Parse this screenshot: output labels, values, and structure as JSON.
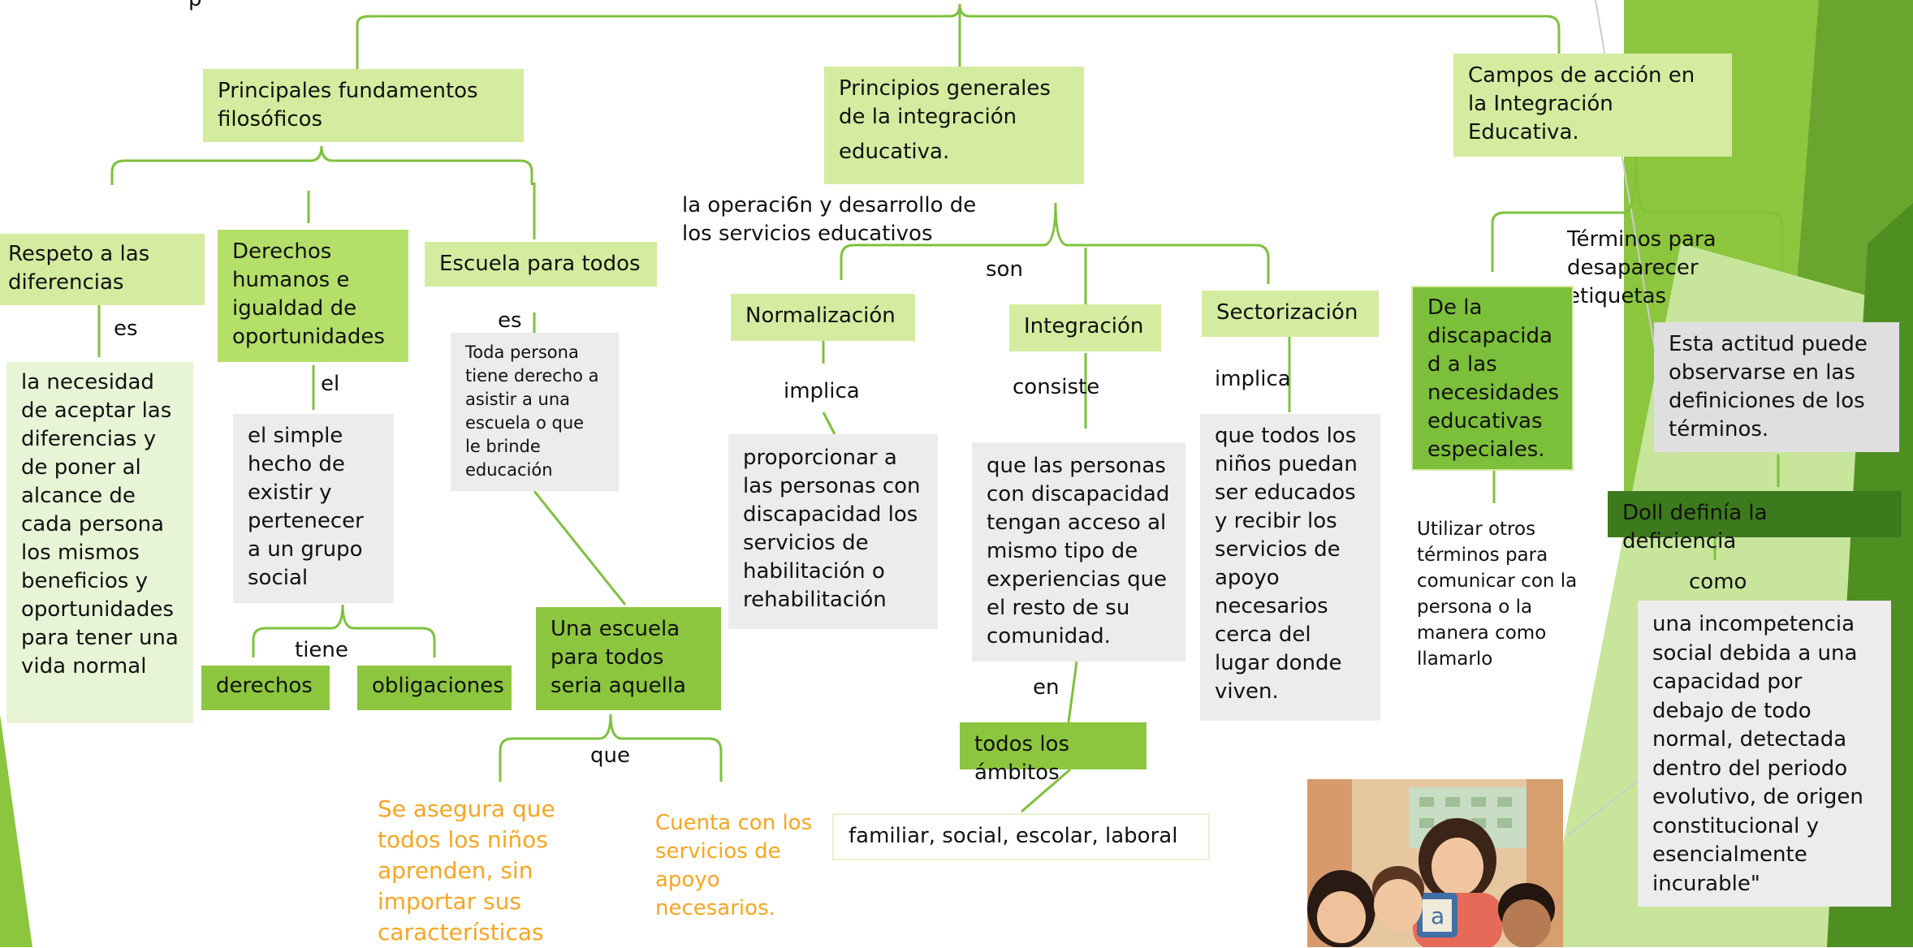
{
  "colors": {
    "light_green": "#d4ec9f",
    "medium_green": "#b4e06a",
    "strong_green": "#8cc63e",
    "dark_green": "#3d7a1e",
    "connector": "#7ec13c",
    "gray_box": "#ececec",
    "orange_text": "#f5a623"
  },
  "top": {
    "cut_char": "p"
  },
  "branches": {
    "fundamentos": "Principales fundamentos filosóficos",
    "principios_line1": "Principios generales",
    "principios_line2": "de la integración",
    "principios_line3": "educativa.",
    "campos": "Campos de acción en la Integración Educativa."
  },
  "fundamentos": {
    "respeto": "Respeto a las diferencias",
    "respeto_link": "es",
    "respeto_desc": "la necesidad de aceptar las diferencias y de poner al alcance de cada persona los mismos beneficios y oportunidades para tener una vida normal",
    "derechos": "Derechos humanos e igualdad de oportunidades",
    "derechos_link": "el",
    "derechos_desc": "el simple hecho de existir y pertenecer a un grupo social",
    "tiene": "tiene",
    "derechos_leaf": "derechos",
    "obligaciones_leaf": "obligaciones",
    "escuela": "Escuela para todos",
    "escuela_link": "es",
    "escuela_desc": "Toda persona tiene derecho a asistir a una escuela o que le brinde educación",
    "escuela_aquella": "Una escuela para todos seria aquella",
    "que": "que",
    "orange1": "Se asegura que todos los niños aprenden, sin importar sus características",
    "orange2": "Cuenta con los servicios de apoyo necesarios."
  },
  "principios": {
    "operacion": "la operaci6n y desarrollo de los servicios educativos",
    "son": "son",
    "normalizacion": "Normalización",
    "implica1": "implica",
    "normalizacion_desc": "proporcionar a las personas con discapacidad los servicios de habilitación o rehabilitación",
    "integracion": "Integración",
    "consiste": "consiste",
    "integracion_desc": "que las personas con discapacidad tengan acceso al mismo tipo de experiencias que el resto de su comunidad.",
    "en": "en",
    "ambitos": "todos los ámbitos",
    "ambitos_list": "familiar, social, escolar, laboral",
    "sectorizacion": "Sectorización",
    "implica2": "implica",
    "sectorizacion_desc": "que todos los niños puedan ser educados y recibir los servicios de apoyo necesarios cerca del lugar donde viven."
  },
  "campos": {
    "terminos": "Términos para desaparecer etiquetas",
    "discapacidad": "De la discapacida d a las necesidades educativas especiales.",
    "utilizar": "Utilizar otros términos para comunicar con la persona o la manera como llamarlo",
    "actitud": "Esta actitud puede observarse en las definiciones de los términos.",
    "doll": "Doll definía la deficiencia",
    "como": "como",
    "incompetencia": "una incompetencia social debida a una capacidad por debajo de todo normal, detectada dentro del periodo evolutivo, de origen constitucional y esencialmente incurable\""
  },
  "illustration": {
    "letter": "a"
  }
}
